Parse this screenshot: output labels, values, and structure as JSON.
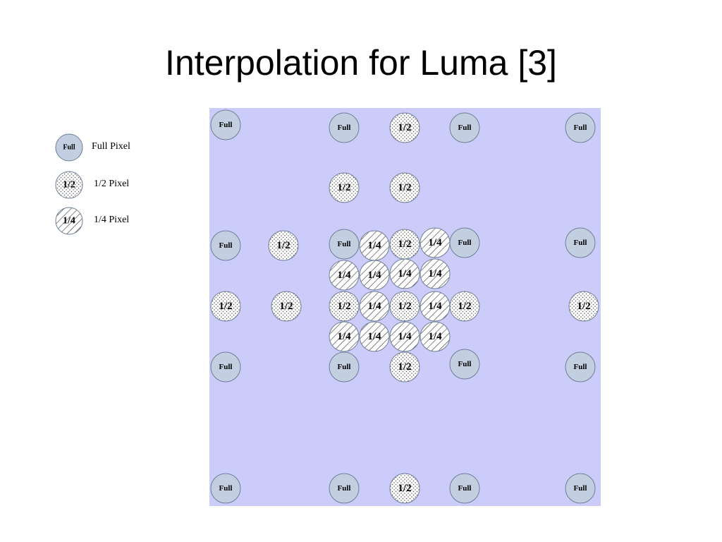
{
  "slide": {
    "title": "Interpolation for Luma [3]"
  },
  "legend": {
    "items": [
      {
        "type": "full",
        "symbol_text": "Full",
        "label": "Full Pixel"
      },
      {
        "type": "half",
        "symbol_text": "1/2",
        "label": "1/2 Pixel"
      },
      {
        "type": "quarter",
        "symbol_text": "1/4",
        "label": "1/4 Pixel"
      }
    ]
  },
  "diagram": {
    "background_color": "#ccccfa",
    "full_fill": "#c3cfe0",
    "outline": "#6d7f96",
    "pixels": [
      {
        "type": "full",
        "label": "Full"
      },
      {
        "type": "full",
        "label": "Full"
      },
      {
        "type": "half",
        "label": "1/2"
      },
      {
        "type": "full",
        "label": "Full"
      },
      {
        "type": "full",
        "label": "Full"
      },
      {
        "type": "half",
        "label": "1/2"
      },
      {
        "type": "half",
        "label": "1/2"
      },
      {
        "type": "full",
        "label": "Full"
      },
      {
        "type": "half",
        "label": "1/2"
      },
      {
        "type": "full",
        "label": "Full"
      },
      {
        "type": "quarter",
        "label": "1/4"
      },
      {
        "type": "half",
        "label": "1/2"
      },
      {
        "type": "quarter",
        "label": "1/4"
      },
      {
        "type": "full",
        "label": "Full"
      },
      {
        "type": "full",
        "label": "Full"
      },
      {
        "type": "quarter",
        "label": "1/4"
      },
      {
        "type": "quarter",
        "label": "1/4"
      },
      {
        "type": "quarter",
        "label": "1/4"
      },
      {
        "type": "quarter",
        "label": "1/4"
      },
      {
        "type": "half",
        "label": "1/2"
      },
      {
        "type": "half",
        "label": "1/2"
      },
      {
        "type": "half",
        "label": "1/2"
      },
      {
        "type": "quarter",
        "label": "1/4"
      },
      {
        "type": "half",
        "label": "1/2"
      },
      {
        "type": "quarter",
        "label": "1/4"
      },
      {
        "type": "half",
        "label": "1/2"
      },
      {
        "type": "half",
        "label": "1/2"
      },
      {
        "type": "quarter",
        "label": "1/4"
      },
      {
        "type": "quarter",
        "label": "1/4"
      },
      {
        "type": "quarter",
        "label": "1/4"
      },
      {
        "type": "quarter",
        "label": "1/4"
      },
      {
        "type": "full",
        "label": "Full"
      },
      {
        "type": "full",
        "label": "Full"
      },
      {
        "type": "half",
        "label": "1/2"
      },
      {
        "type": "full",
        "label": "Full"
      },
      {
        "type": "full",
        "label": "Full"
      },
      {
        "type": "full",
        "label": "Full"
      },
      {
        "type": "full",
        "label": "Full"
      },
      {
        "type": "half",
        "label": "1/2"
      },
      {
        "type": "full",
        "label": "Full"
      },
      {
        "type": "full",
        "label": "Full"
      }
    ]
  }
}
